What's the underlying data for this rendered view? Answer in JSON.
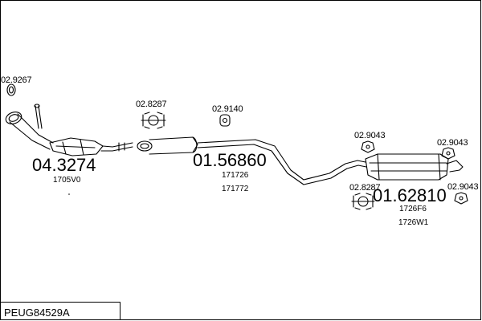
{
  "diagram": {
    "code": "PEUG84529A",
    "parts": [
      {
        "number": "02.9267"
      },
      {
        "number": "04.3274",
        "refs": [
          "1705V0"
        ]
      },
      {
        "number": "02.8287"
      },
      {
        "number": "02.9140"
      },
      {
        "number": "01.56860",
        "refs": [
          "171726",
          "171772"
        ]
      },
      {
        "number": "02.9043"
      },
      {
        "number": "02.9043"
      },
      {
        "number": "02.9043"
      },
      {
        "number": "02.8287"
      },
      {
        "number": "01.62810",
        "refs": [
          "1726F6",
          "1726W1"
        ]
      }
    ]
  }
}
